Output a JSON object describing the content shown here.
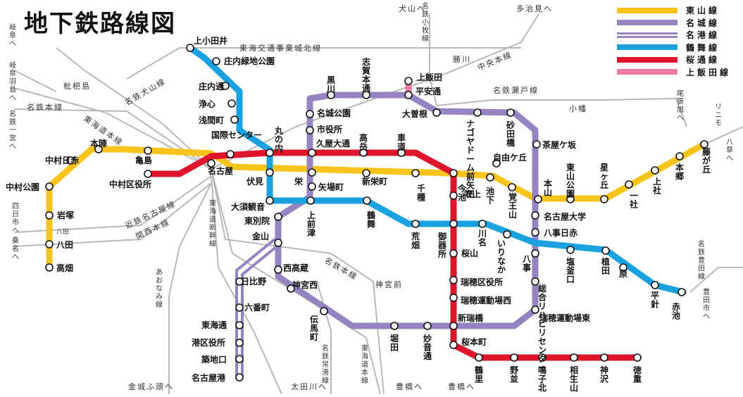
{
  "title": "地下鉄路線図",
  "colors": {
    "higashiyama": "#f8c31a",
    "meijo": "#9583c2",
    "meiko": "#9583c2",
    "tsurumai": "#1aa2e0",
    "sakuradori": "#e0142a",
    "kamiiida": "#ee7aa0",
    "railway": "#b8b8b8"
  },
  "legend": [
    {
      "label": "東山線",
      "color": "#f8c31a"
    },
    {
      "label": "名城線",
      "color": "#9583c2"
    },
    {
      "label": "名港線",
      "color": "#9583c2"
    },
    {
      "label": "鶴舞線",
      "color": "#1aa2e0"
    },
    {
      "label": "桜通線",
      "color": "#e0142a"
    },
    {
      "label": "上飯田線",
      "color": "#ee7aa0"
    }
  ],
  "stations": {
    "kamiotai": "上小田井",
    "shonairyokuchi": "庄内緑地公園",
    "shonaidori": "庄内通",
    "joshin": "浄心",
    "sengencho": "浅間町",
    "kokusai": "国際センター",
    "marunouchi": "丸の内",
    "hisaya": "久屋大通",
    "takaoka": "高岳",
    "kurumamichi": "車道",
    "jinnaka": "本陣",
    "nakamuranisseki": "中村日赤",
    "kamejima": "亀島",
    "nakamurakoen": "中村公園",
    "nakamurakuyakusho": "中村区役所",
    "iwatsuka": "岩塚",
    "hatta": "八田",
    "takabata": "高畑",
    "nagoya": "名古屋",
    "fushimi": "伏見",
    "sakae": "栄",
    "shinsakaemachi": "新栄町",
    "chikusa": "千種",
    "imaike": "今池",
    "ikeshita": "池下",
    "kakuozan": "覚王山",
    "motoyama": "本山",
    "higashiyamakoen": "東山公園",
    "hoshigaoka": "星ヶ丘",
    "issha": "一社",
    "kamiyashiro": "上社",
    "hongo": "本郷",
    "fujigaoka": "藤が丘",
    "kurokawa": "黒川",
    "shigahondori": "志賀本通",
    "kamiiida": "上飯田",
    "heiandori": "平安通",
    "ozone": "大曽根",
    "meijokoen": "名城公園",
    "shiyakusho": "市役所",
    "yabacho": "矢場町",
    "kamimaezu": "上前津",
    "higashibetsuin": "東別院",
    "osukannon": "大須観音",
    "kanayama": "金山",
    "nishitakakura": "西高蔵",
    "jingunishi": "神宮西",
    "temmacho": "伝馬町",
    "horita": "堀田",
    "myoondori": "妙音通",
    "aratamabashi": "新瑞橋",
    "mizuhoundojohigashi": "瑞穂運動場東",
    "sogoreha": "総合リハビリセンター",
    "yagoto": "八事",
    "yagotonisseki": "八事日赤",
    "nagoyadaigaku": "名古屋大学",
    "jiyugaoka": "自由ケ丘",
    "chayagasaka": "茶屋ケ坂",
    "sunadabashi": "砂田橋",
    "nagoyadome": "ナゴヤドーム前矢田",
    "hibino": "日比野",
    "rokubancho": "六番町",
    "tokaidori": "東海通",
    "minatokuyakusho": "港区役所",
    "tsukijiguchi": "築地口",
    "nagoyako": "名古屋港",
    "tsurumai": "鶴舞",
    "arahata": "荒畑",
    "gokisho": "御器所",
    "kawana": "川名",
    "irinaka": "いりなか",
    "shiogamaguchi": "塩釜口",
    "ueda": "植田",
    "hara": "原",
    "hirabari": "平針",
    "akaike": "赤池",
    "fukiage": "吹上",
    "sakurayama": "桜山",
    "mizuhokuyakusho": "瑞穂区役所",
    "mizuhoundojonishi": "瑞穂運動場西",
    "sakuramotomachi": "桜本町",
    "tsurusato": "鶴里",
    "nonami": "野並",
    "narumi": "鳴子北",
    "aioiyama": "相生山",
    "kamisawa": "神沢",
    "tokushige": "徳重"
  },
  "railways": {
    "tokaikotsu": "東海交通事業城北線",
    "chuo": "中央本線",
    "meitetsuinuyama": "名鉄犬山線",
    "meitetsuhonsen": "名鉄本線",
    "tokaidohonsen": "東海道本線",
    "kinki": "近鉄名古屋線",
    "kansai": "関西本線",
    "shinkansen": "東海道新幹線",
    "aonami": "あおなみ線",
    "meitetsuhonsen2": "名鉄本線",
    "meitetsuseto": "名鉄瀬戸線",
    "linimo": "リニモ",
    "meitetsutoyota": "名鉄豊田線",
    "meitetsutokoname": "名鉄常滑線",
    "tokaidohonsen2": "東海道本線",
    "meitetsukomaki": "名鉄小牧線",
    "biwajima": "枇杷島",
    "jingumae": "神宮前",
    "ozone_jr": "勝川",
    "komaki": "小幡",
    "tajimi": "多治見へ",
    "inuyama": "犬山へ",
    "gifu": "岐阜へ",
    "gifuhashima": "岐阜羽島へ",
    "ichinomiya": "名鉄一宮へ",
    "yokkaichi": "四日市へ",
    "kuwana": "桑名へ",
    "owariasahi": "尾張旭へ",
    "yakusa": "八草へ",
    "toyotashi": "豊田市へ",
    "toyohashi1": "豊橋へ",
    "toyohashi2": "豊橋へ",
    "otagawa": "太田川へ",
    "kinjofuto": "金城ふ頭へ"
  },
  "line_labels": {
    "hatta_v": "八田"
  }
}
